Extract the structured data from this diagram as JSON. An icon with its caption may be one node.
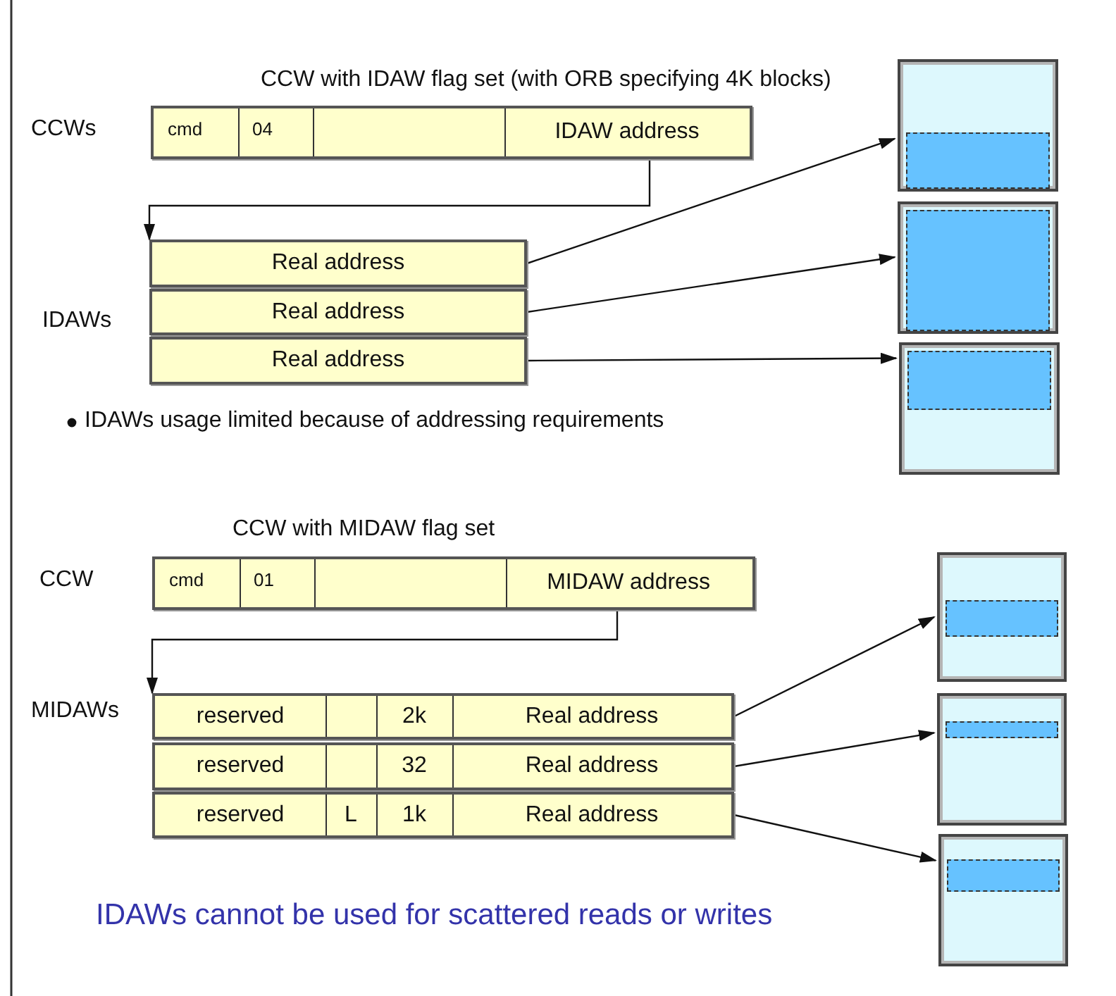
{
  "diagram": {
    "nodes": [
      {
        "text": [
          "cmd",
          "04",
          "IDAW address"
        ]
      },
      {
        "text": [
          "Real address"
        ]
      },
      {
        "text": [
          "Real address"
        ]
      },
      {
        "text": [
          "Real address"
        ]
      },
      {
        "text": [],
        "shape": "box"
      },
      {
        "text": [],
        "shape": "box"
      },
      {
        "text": [],
        "shape": "box"
      },
      {
        "text": [
          "cmd",
          "01",
          "MIDAW address"
        ]
      },
      {
        "text": [
          "reserved",
          "2k",
          "Real address"
        ]
      },
      {
        "text": [
          "reserved",
          "32",
          "Real address"
        ]
      },
      {
        "text": [
          "reserved",
          "L",
          "1k",
          "Real address"
        ]
      },
      {
        "text": [],
        "shape": "box"
      },
      {
        "text": [],
        "shape": "box"
      },
      {
        "text": [],
        "shape": "box"
      }
    ],
    "edges": [
      {
        "from": 0,
        "to": 1,
        "arrow": "to"
      },
      {
        "from": 1,
        "to": 4,
        "arrow": "to"
      },
      {
        "from": 2,
        "to": 5,
        "arrow": "to"
      },
      {
        "from": 3,
        "to": 6,
        "arrow": "to"
      },
      {
        "from": 7,
        "to": 8,
        "arrow": "to"
      },
      {
        "from": 8,
        "to": 11,
        "arrow": "to"
      },
      {
        "from": 9,
        "to": 12,
        "arrow": "to"
      },
      {
        "from": 10,
        "to": 13,
        "arrow": "to"
      }
    ],
    "labels": [
      "CCW with IDAW flag set (with ORB specifying 4K blocks)",
      "CCWs",
      "IDAWs",
      "IDAWs usage limited because of addressing requirements",
      "CCW with MIDAW flag set",
      "CCW",
      "MIDAWs",
      "IDAWs cannot be used for scattered reads or writes"
    ]
  }
}
